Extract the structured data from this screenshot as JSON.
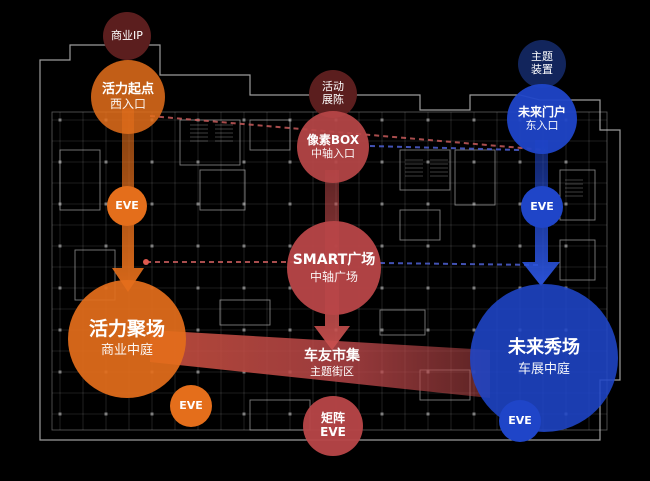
{
  "colors": {
    "orange": "#E46E1B",
    "red": "#B84648",
    "blue": "#1F45C8",
    "navy": "#12255C",
    "maroon": "#5B1E1E",
    "background": "#000000",
    "floorplan_lines": "#CFCFCF"
  },
  "nodes": {
    "ip_small": {
      "line1": "商业IP"
    },
    "west_entrance": {
      "line1": "活力起点",
      "line2": "西入口"
    },
    "eve_west": {
      "line1": "EVE"
    },
    "vitality_plaza": {
      "line1": "活力聚场",
      "line2": "商业中庭"
    },
    "eve_southwest": {
      "line1": "EVE"
    },
    "event_small": {
      "line1": "活动",
      "line2": "展陈"
    },
    "pixel_box": {
      "line1": "像素BOX",
      "line2": "中轴入口"
    },
    "smart_plaza": {
      "line1": "SMART广场",
      "line2": "中轴广场"
    },
    "car_market": {
      "line1": "车友市集",
      "line2": "主题街区"
    },
    "matrix_eve": {
      "line1": "矩阵",
      "line2": "EVE"
    },
    "theme_small": {
      "line1": "主题",
      "line2": "装置"
    },
    "east_entrance": {
      "line1": "未来门户",
      "line2": "东入口"
    },
    "eve_east": {
      "line1": "EVE"
    },
    "future_show": {
      "line1": "未来秀场",
      "line2": "车展中庭"
    },
    "eve_southeast": {
      "line1": "EVE"
    }
  }
}
